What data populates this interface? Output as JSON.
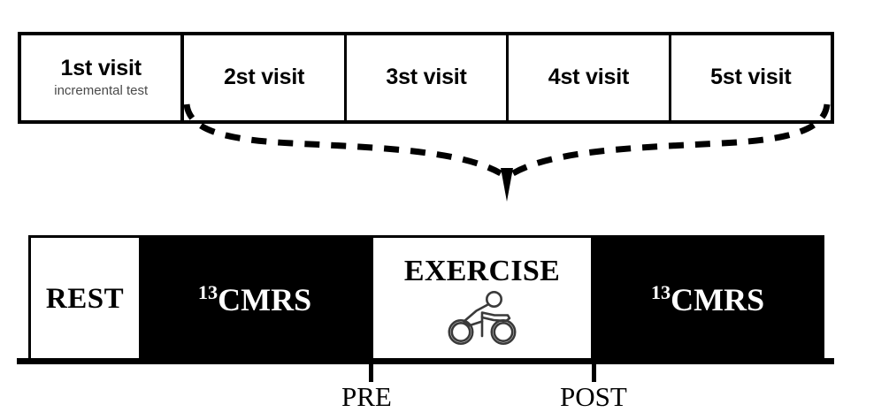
{
  "figure": {
    "title_visible": false
  },
  "visit_row": {
    "cells": [
      {
        "title": "1st visit",
        "subtitle": "incremental test"
      },
      {
        "title": "2st visit",
        "subtitle": ""
      },
      {
        "title": "3st visit",
        "subtitle": ""
      },
      {
        "title": "4st visit",
        "subtitle": ""
      },
      {
        "title": "5st visit",
        "subtitle": ""
      }
    ]
  },
  "connector": {
    "style": "dashed-brace",
    "from_cell": "2st visit",
    "to_cell": "5st visit",
    "color": "#000000"
  },
  "protocol_bar": {
    "segments": [
      {
        "label": "REST",
        "superscript": "",
        "fill": "#ffffff",
        "text_color": "#000000"
      },
      {
        "label": "CMRS",
        "superscript": "13",
        "fill": "#000000",
        "text_color": "#ffffff"
      },
      {
        "label": "EXERCISE",
        "superscript": "",
        "fill": "#ffffff",
        "text_color": "#000000",
        "icon": "cyclist-icon"
      },
      {
        "label": "CMRS",
        "superscript": "13",
        "fill": "#000000",
        "text_color": "#ffffff"
      }
    ]
  },
  "axis": {
    "ticks": [
      {
        "label": "PRE"
      },
      {
        "label": "POST"
      }
    ]
  },
  "colors": {
    "ink": "#000000",
    "paper": "#ffffff",
    "muted_text": "#4a4a4a"
  }
}
